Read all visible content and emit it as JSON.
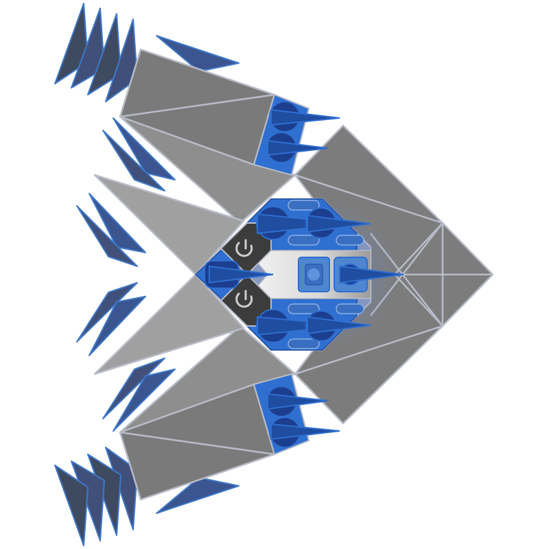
{
  "ship": {
    "kind": "spaceship-top-view",
    "facing": "right",
    "colors": {
      "hull_gray": "#8c8c8c",
      "hull_dark": "#787878",
      "hull_light": "#9e9e9e",
      "hull_edge": "#b8bcc8",
      "armor_blue": "#3a5590",
      "armor_dark": "#3e4a60",
      "armor_edge": "#3f78c8",
      "turret_blue": "#1c3e8e",
      "turret_ring": "#2f6fd0",
      "barrel_blue": "#1f4da0",
      "module_dark": "#3c3c3c",
      "glow": "#6a7fb0",
      "cockpit_white": "#f0f0f0"
    },
    "weapons": {
      "main_cannon_count": 1,
      "forward_cannon_count": 1,
      "turret_count": 8,
      "small_gun_count": 10
    },
    "modules": {
      "power_icons": [
        "power-icon",
        "power-icon"
      ],
      "core_icon": "reactor-core-icon"
    }
  }
}
